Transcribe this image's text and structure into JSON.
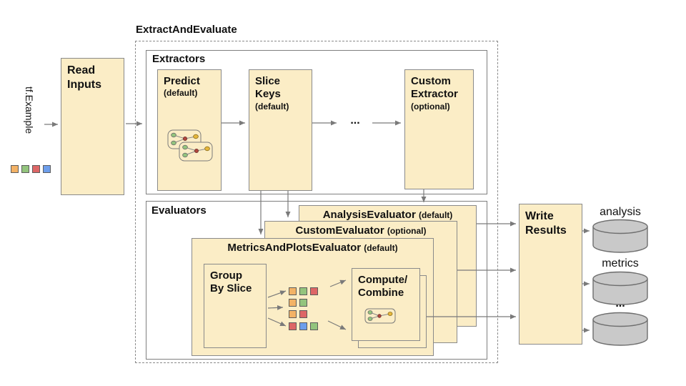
{
  "colors": {
    "box_fill": "#FBEDC6",
    "box_border": "#8a8a8a",
    "line": "#7a7a7a",
    "cylinder_fill": "#C9C9C9",
    "orange": "#F3B266",
    "green": "#93C47D",
    "red": "#DD6666",
    "blue": "#6D9EEB"
  },
  "input": {
    "label": "tf.Example",
    "squares": [
      "orange",
      "green",
      "red",
      "blue"
    ]
  },
  "read_inputs": {
    "label": "Read Inputs"
  },
  "pipeline": {
    "title": "ExtractAndEvaluate"
  },
  "extractors": {
    "label": "Extractors",
    "predict": {
      "title": "Predict",
      "subtitle": "(default)"
    },
    "slice_keys": {
      "title": "Slice Keys",
      "subtitle": "(default)"
    },
    "ellipsis": "...",
    "custom_extractor": {
      "title": "Custom Extractor",
      "subtitle": "(optional)"
    }
  },
  "evaluators": {
    "label": "Evaluators",
    "analysis_evaluator": {
      "title": "AnalysisEvaluator",
      "subtitle": "(default)"
    },
    "custom_evaluator": {
      "title": "CustomEvaluator",
      "subtitle": "(optional)"
    },
    "metrics_plots_evaluator": {
      "title": "MetricsAndPlotsEvaluator",
      "subtitle": "(default)",
      "group_by_slice": {
        "label": "Group By Slice"
      },
      "slice_grid": {
        "rows": [
          [
            "orange",
            "green",
            "red"
          ],
          [
            "orange",
            "green"
          ],
          [
            "orange",
            "red"
          ],
          [
            "red",
            "blue",
            "green"
          ]
        ]
      },
      "compute_combine": {
        "line1": "Compute/",
        "line2": "Combine"
      }
    }
  },
  "write_results": {
    "label": "Write Results"
  },
  "outputs": {
    "analysis_label": "analysis",
    "metrics_label": "metrics",
    "ellipsis": "..."
  }
}
